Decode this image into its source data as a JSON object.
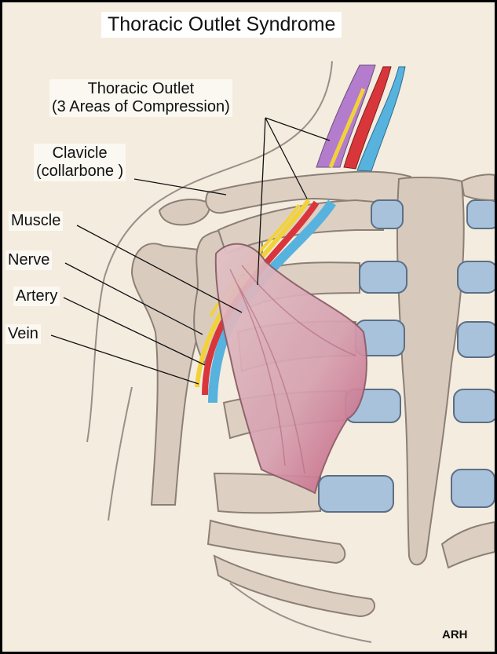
{
  "title": "Thoracic Outlet Syndrome",
  "labels": {
    "outlet_line1": "Thoracic Outlet",
    "outlet_line2": "(3 Areas of Compression)",
    "clavicle_line1": "Clavicle",
    "clavicle_line2": "(collarbone )",
    "muscle": "Muscle",
    "nerve": "Nerve",
    "artery": "Artery",
    "vein": "Vein"
  },
  "signature": "ARH",
  "colors": {
    "paper": "#f4ecdf",
    "bone": "#d9ccbf",
    "cartilage": "#a9c2dc",
    "muscle": "#d7a0ad",
    "nerve": "#f2d23b",
    "artery": "#d9363b",
    "vein": "#57b2de",
    "nerve_bundle": "#b37ccc"
  }
}
